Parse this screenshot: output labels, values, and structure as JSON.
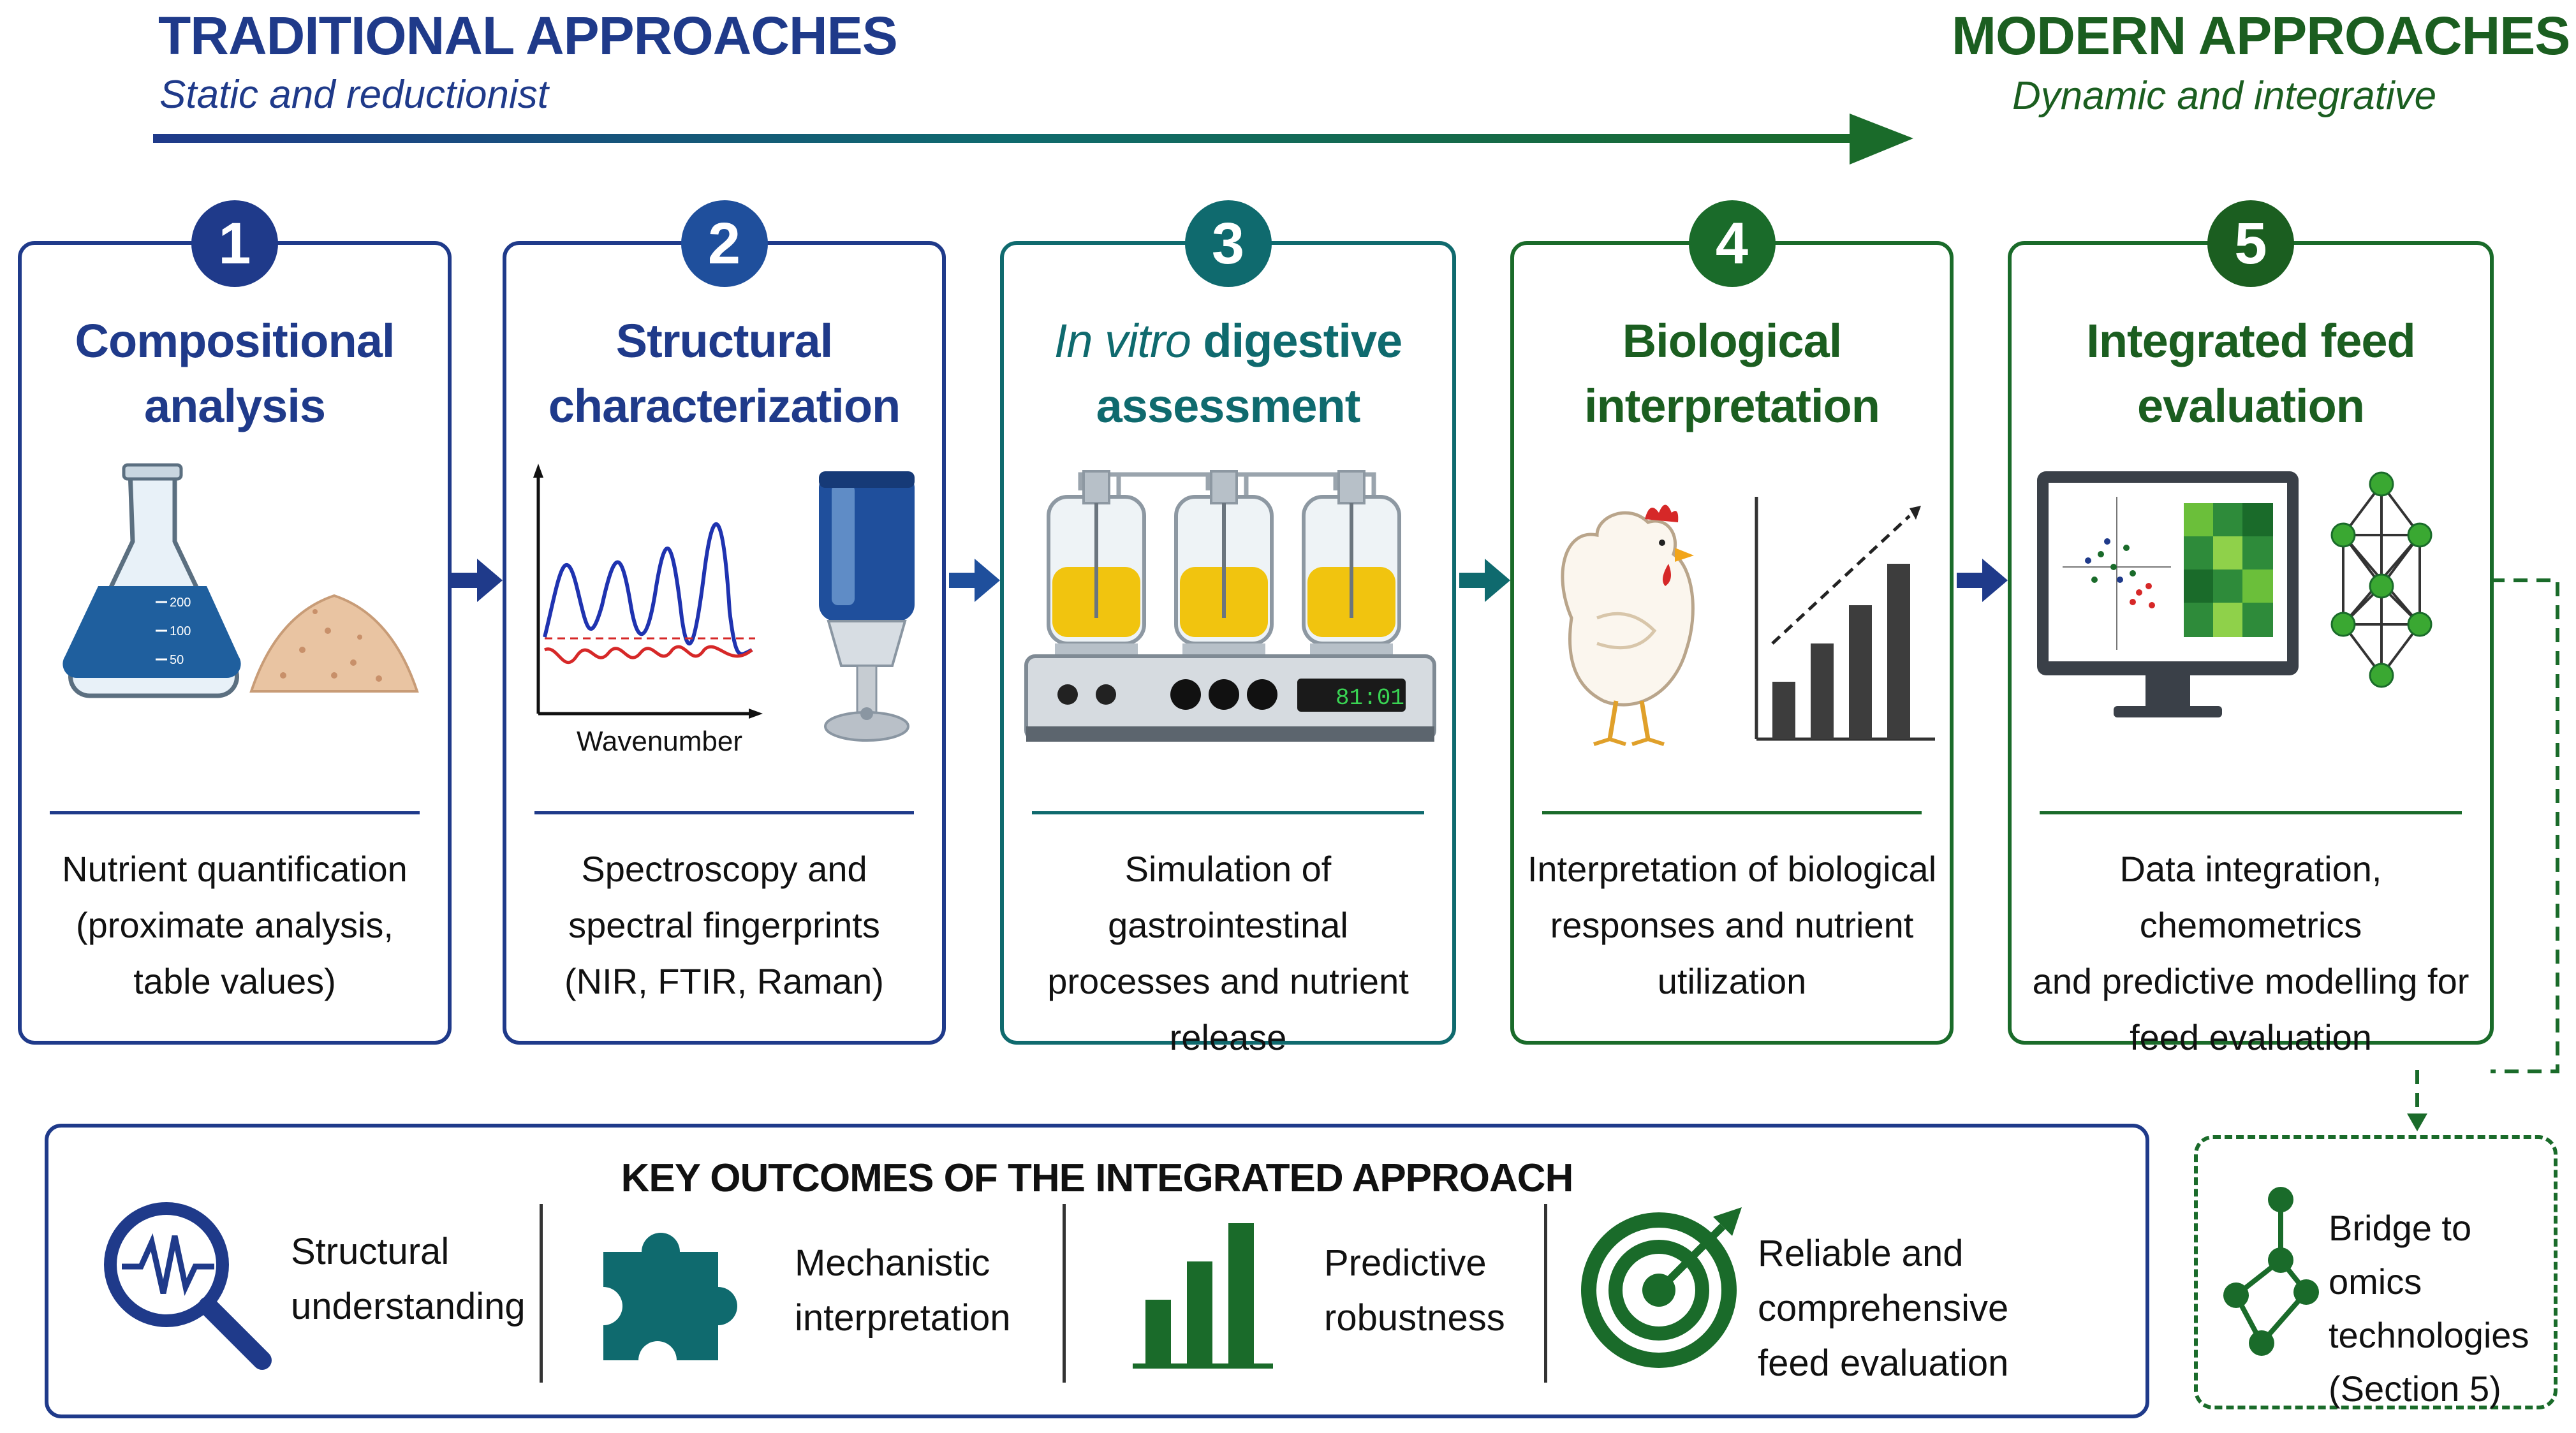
{
  "header": {
    "left_title": "TRADITIONAL APPROACHES",
    "left_subtitle": "Static and reductionist",
    "right_title": "MODERN APPROACHES",
    "right_subtitle": "Dynamic and integrative"
  },
  "colors": {
    "navy": "#1f3a8a",
    "teal": "#0f6a6e",
    "green": "#1a6b2a",
    "dark_green": "#1b5e20"
  },
  "steps": [
    {
      "number": "1",
      "title_line1": "Compositional",
      "title_line2": "analysis",
      "desc_line1": "Nutrient quantification",
      "desc_line2": "(proximate analysis,",
      "desc_line3": "table values)",
      "flask_ticks": [
        "200",
        "100",
        "50"
      ]
    },
    {
      "number": "2",
      "title_line1": "Structural",
      "title_line2": "characterization",
      "desc_line1": "Spectroscopy and",
      "desc_line2": "spectral fingerprints",
      "desc_line3": "(NIR, FTIR, Raman)",
      "xaxis_label": "Wavenumber"
    },
    {
      "number": "3",
      "title_italic": "In vitro",
      "title_line1_rest": " digestive",
      "title_line2": "assessment",
      "desc_line1": "Simulation of gastrointestinal",
      "desc_line2": "processes and nutrient",
      "desc_line3": "release",
      "display_readout": "81:01"
    },
    {
      "number": "4",
      "title_line1": "Biological",
      "title_line2": "interpretation",
      "desc_line1": "Interpretation of biological",
      "desc_line2": "responses and nutrient",
      "desc_line3": "utilization"
    },
    {
      "number": "5",
      "title_line1": "Integrated feed",
      "title_line2": "evaluation",
      "desc_line1": "Data integration, chemometrics",
      "desc_line2": "and predictive modelling for",
      "desc_line3": "feed evaluation"
    }
  ],
  "outcomes": {
    "title": "KEY OUTCOMES OF THE INTEGRATED APPROACH",
    "items": [
      {
        "line1": "Structural",
        "line2": "understanding",
        "icon": "magnifier-waveform-icon"
      },
      {
        "line1": "Mechanistic",
        "line2": "interpretation",
        "icon": "puzzle-icon"
      },
      {
        "line1": "Predictive",
        "line2": "robustness",
        "icon": "bar-chart-icon"
      },
      {
        "line1": "Reliable and comprehensive",
        "line2": "feed evaluation",
        "icon": "target-icon"
      }
    ]
  },
  "bridge": {
    "line1": "Bridge to omics",
    "line2": "technologies",
    "line3": "(Section 5)",
    "icon": "network-graph-icon"
  }
}
